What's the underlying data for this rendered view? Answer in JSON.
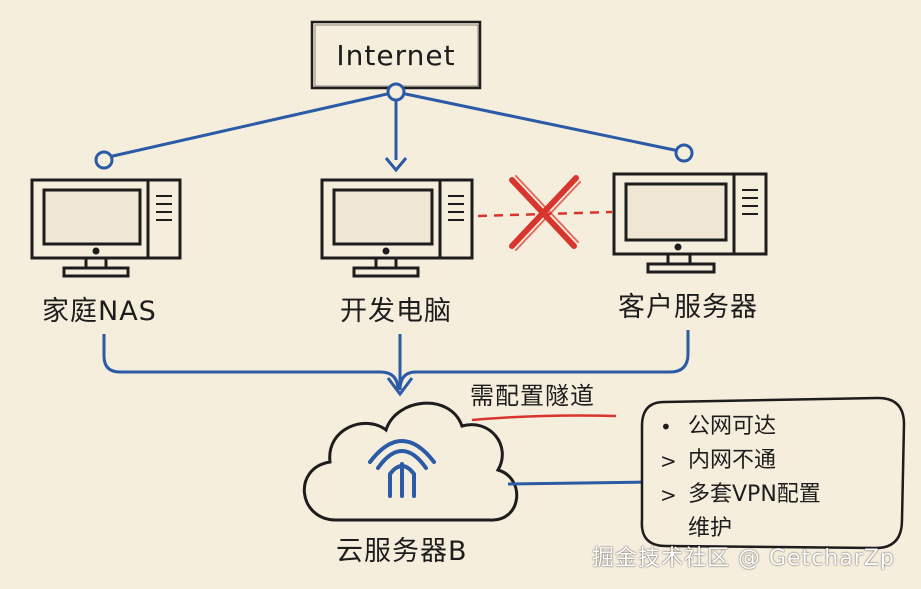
{
  "diagram": {
    "internet": {
      "label": "Internet"
    },
    "nodes": [
      {
        "id": "nas",
        "label": "家庭NAS"
      },
      {
        "id": "dev",
        "label": "开发电脑"
      },
      {
        "id": "client",
        "label": "客户服务器"
      }
    ],
    "cloud": {
      "label": "云服务器B"
    },
    "tunnel_note": "需配置隧道",
    "notes": [
      {
        "bullet": "•",
        "text": "公网可达"
      },
      {
        "bullet": ">",
        "text": "内网不通"
      },
      {
        "bullet": ">",
        "text": "多套VPN配置"
      },
      {
        "bullet": "",
        "text": "维护"
      }
    ],
    "colors": {
      "blue": "#2b5aa6",
      "red": "#d8352f",
      "ink": "#1d1d1d",
      "paper": "#f6eedd"
    }
  },
  "watermark": "掘金技术社区 @ GetcharZp"
}
